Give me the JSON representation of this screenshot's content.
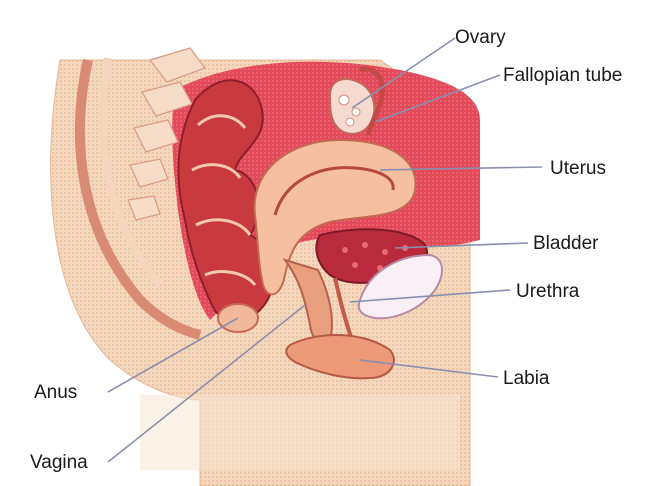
{
  "diagram": {
    "labels": {
      "ovary": "Ovary",
      "fallopian_tube": "Fallopian tube",
      "uterus": "Uterus",
      "bladder": "Bladder",
      "urethra": "Urethra",
      "labia": "Labia",
      "anus": "Anus",
      "vagina": "Vagina"
    },
    "colors": {
      "tissue_light": "#f7d9c0",
      "tissue_mid": "#eea884",
      "muscle_red": "#c93a3f",
      "dark_red": "#a82234",
      "background_pink": "#e7475a",
      "bladder_inner": "#f6eef6",
      "leader_line": "#8a8fb0"
    }
  }
}
